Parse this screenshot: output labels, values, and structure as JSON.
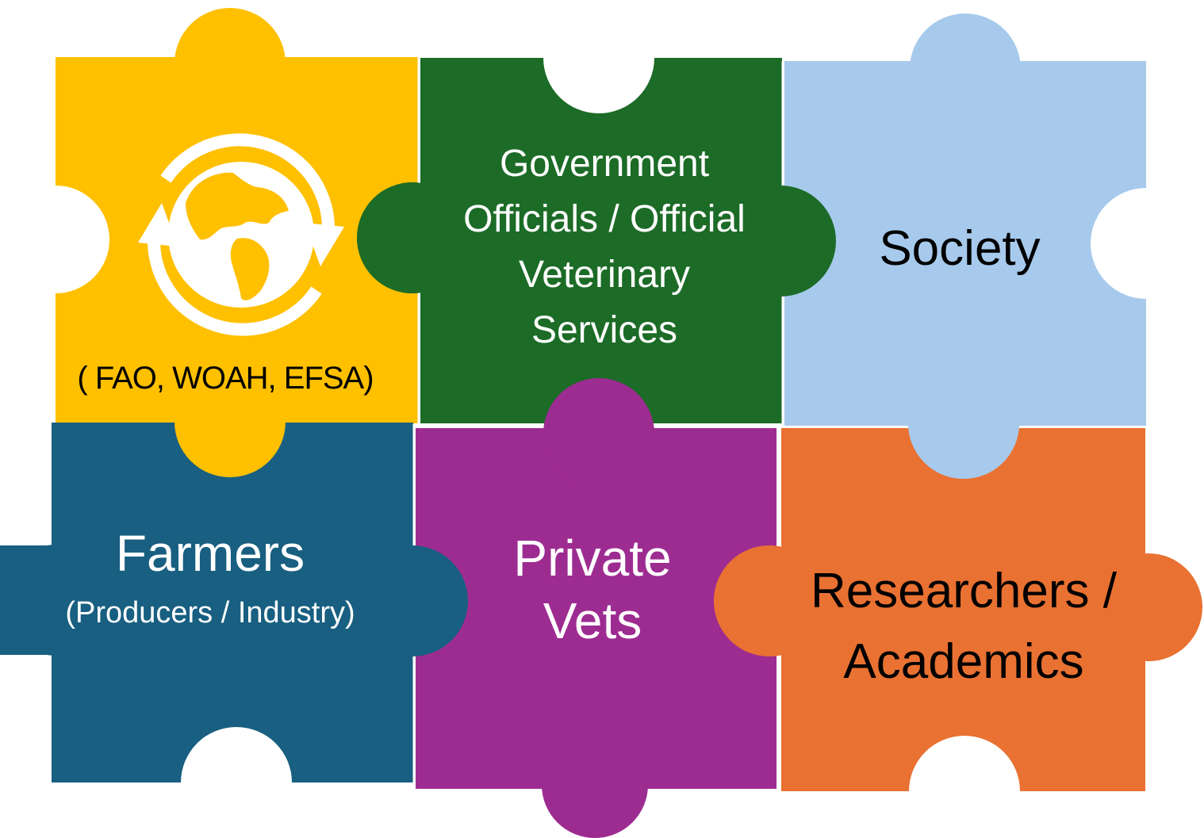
{
  "pieces": {
    "international": {
      "label": "( FAO, WOAH, EFSA)",
      "icon": "globe-recycle-icon",
      "color": "#FFC000",
      "text_color": "#000000"
    },
    "government": {
      "lines": [
        "Government",
        "Officials / Official",
        "Veterinary",
        "Services"
      ],
      "color": "#1C6B27",
      "text_color": "#FFFFFF"
    },
    "society": {
      "label": "Society",
      "color": "#A7CAEC",
      "text_color": "#000000"
    },
    "farmers": {
      "title": "Farmers",
      "subtitle": "(Producers / Industry)",
      "color": "#185F81",
      "text_color": "#FFFFFF"
    },
    "private_vets": {
      "lines": [
        "Private",
        "Vets"
      ],
      "color": "#9D2C91",
      "text_color": "#FFFFFF"
    },
    "researchers": {
      "lines": [
        "Researchers /",
        "Academics"
      ],
      "color": "#E97132",
      "text_color": "#000000"
    }
  }
}
